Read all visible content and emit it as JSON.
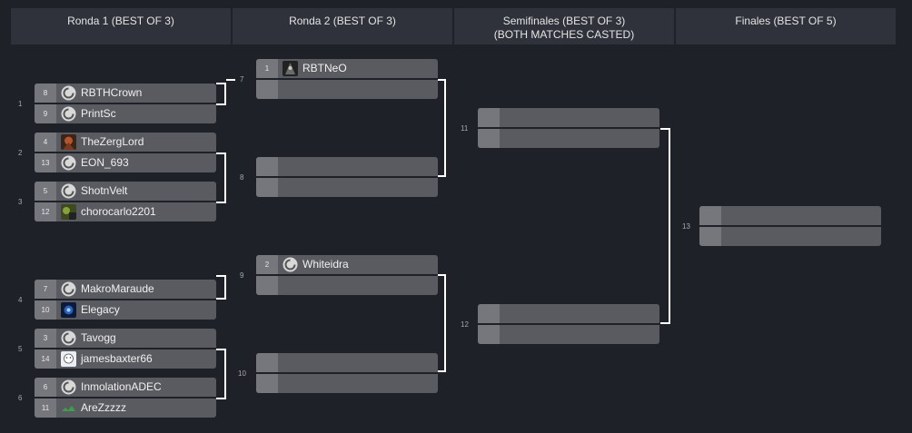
{
  "rounds": [
    {
      "title": "Ronda 1 (BEST OF 3)"
    },
    {
      "title": "Ronda 2 (BEST OF 3)"
    },
    {
      "title": "Semifinales (BEST OF 3)\n(BOTH MATCHES CASTED)"
    },
    {
      "title": "Finales (BEST OF 5)"
    }
  ],
  "icons": {
    "logo_avatar": "swirl-logo-icon",
    "zerg_avatar": "zerg-avatar-icon",
    "photo_avatar": "photo-avatar-icon"
  },
  "colors": {
    "background": "#1f2129",
    "header": "#2f323b",
    "slot": "#5a5b61",
    "seed": "#76777c",
    "connector": "#ffffff"
  },
  "match_numbers": [
    "1",
    "2",
    "3",
    "4",
    "5",
    "6",
    "7",
    "8",
    "9",
    "10",
    "11",
    "12",
    "13"
  ],
  "round1": [
    {
      "top": {
        "seed": "8",
        "name": "RBTHCrown",
        "avatar": "swirl-logo-icon"
      },
      "bottom": {
        "seed": "9",
        "name": "PrintSc",
        "avatar": "swirl-logo-icon"
      }
    },
    {
      "top": {
        "seed": "4",
        "name": "TheZergLord",
        "avatar": "zerg-avatar-icon"
      },
      "bottom": {
        "seed": "13",
        "name": "EON_693",
        "avatar": "swirl-logo-icon"
      }
    },
    {
      "top": {
        "seed": "5",
        "name": "ShotnVelt",
        "avatar": "swirl-logo-icon"
      },
      "bottom": {
        "seed": "12",
        "name": "chorocarlo2201",
        "avatar": "photo-avatar-icon"
      }
    },
    {
      "top": {
        "seed": "7",
        "name": "MakroMaraude",
        "avatar": "swirl-logo-icon"
      },
      "bottom": {
        "seed": "10",
        "name": "Elegacy",
        "avatar": "photo-avatar-icon"
      }
    },
    {
      "top": {
        "seed": "3",
        "name": "Tavogg",
        "avatar": "swirl-logo-icon"
      },
      "bottom": {
        "seed": "14",
        "name": "jamesbaxter66",
        "avatar": "photo-avatar-icon"
      }
    },
    {
      "top": {
        "seed": "6",
        "name": "InmolationADEC",
        "avatar": "swirl-logo-icon"
      },
      "bottom": {
        "seed": "11",
        "name": "AreZzzzz",
        "avatar": "photo-avatar-icon"
      }
    }
  ],
  "round2": [
    {
      "top": {
        "seed": "1",
        "name": "RBTNeO",
        "avatar": "photo-avatar-icon"
      },
      "bottom": {
        "seed": "",
        "name": ""
      }
    },
    {
      "top": {
        "seed": "",
        "name": ""
      },
      "bottom": {
        "seed": "",
        "name": ""
      }
    },
    {
      "top": {
        "seed": "2",
        "name": "Whiteidra",
        "avatar": "swirl-logo-icon"
      },
      "bottom": {
        "seed": "",
        "name": ""
      }
    },
    {
      "top": {
        "seed": "",
        "name": ""
      },
      "bottom": {
        "seed": "",
        "name": ""
      }
    }
  ]
}
